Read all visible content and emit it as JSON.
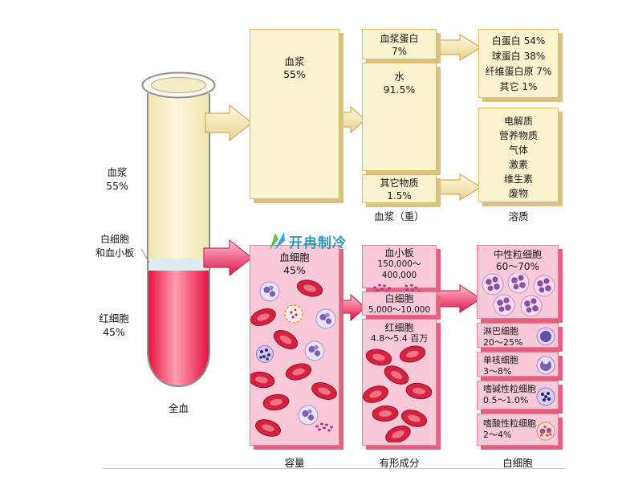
{
  "watermark": {
    "text": "开冉制冷"
  },
  "tube": {
    "plasma_label": "血浆",
    "plasma_pct": "55%",
    "buffy_label_1": "白细胞",
    "buffy_label_2": "和血小板",
    "rbc_label": "红细胞",
    "rbc_pct": "45%",
    "caption": "全血"
  },
  "plasma": {
    "main_box": {
      "title": "血浆",
      "pct": "55%"
    },
    "protein_box": {
      "title": "血浆蛋白",
      "pct": "7%"
    },
    "water_box": {
      "title": "水",
      "pct": "91.5%"
    },
    "other_box": {
      "title": "其它物质",
      "pct": "1.5%"
    },
    "weight_caption": "血浆（重）",
    "protein_detail": [
      "白蛋白 54%",
      "球蛋白 38%",
      "纤维蛋白原 7%",
      "其它 1%"
    ],
    "solute_detail": [
      "电解质",
      "营养物质",
      "气体",
      "激素",
      "维生素",
      "废物"
    ],
    "solute_caption": "溶质"
  },
  "cells": {
    "main_box": {
      "title": "血细胞",
      "pct": "45%"
    },
    "volume_caption": "容量",
    "platelet_box": {
      "title": "血小板",
      "count": "150,000～400,000"
    },
    "wbc_box": {
      "title": "白细胞",
      "count": "5,000～10,000"
    },
    "rbc_box": {
      "title": "红细胞",
      "count": "4.8～5.4 百万"
    },
    "formed_caption": "有形成分",
    "wbc_types": [
      {
        "name": "中性粒细胞",
        "pct": "60～70%"
      },
      {
        "name": "淋巴细胞",
        "pct": "20～25%"
      },
      {
        "name": "单核细胞",
        "pct": "3～8%"
      },
      {
        "name": "嗜碱性粒细胞",
        "pct": "0.5～1.0%"
      },
      {
        "name": "嗜酸性粒细胞",
        "pct": "2～4%"
      }
    ],
    "wbc_caption": "白细胞"
  },
  "colors": {
    "cream_box": "#faf3d0",
    "cream_border": "#dfb95e",
    "cream_shadow": "#d9c384",
    "pink_box": "#f9c9d9",
    "pink_border": "#e87c9a",
    "pink_shadow": "#e2607c",
    "blood_red": "#e5103e",
    "watermark_teal": "#1f8fae"
  }
}
